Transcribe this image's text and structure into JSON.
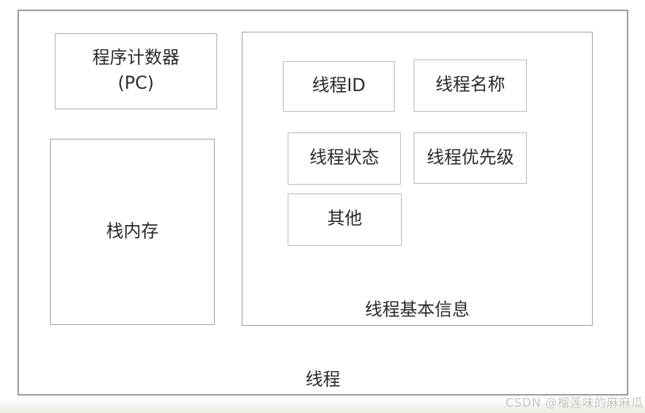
{
  "colors": {
    "background": "#ffffff",
    "outer_border": "#a2a2a2",
    "group_border": "#a6a6a6",
    "box_border": "#c0c0c0",
    "text": "#2a2a2a",
    "watermark": "#c9c6c0",
    "page_bottom_edge": "#f1eee8"
  },
  "diagram": {
    "title": "线程",
    "pc_box": {
      "line1": "程序计数器",
      "line2": "(PC)"
    },
    "stack_box": {
      "label": "栈内存"
    },
    "info_group": {
      "label": "线程基本信息",
      "items": [
        {
          "label": "线程ID"
        },
        {
          "label": "线程名称"
        },
        {
          "label": "线程状态"
        },
        {
          "label": "线程优先级"
        },
        {
          "label": "其他"
        }
      ]
    }
  },
  "watermark": {
    "text": "CSDN @榴莲味的麻麻瓜"
  }
}
